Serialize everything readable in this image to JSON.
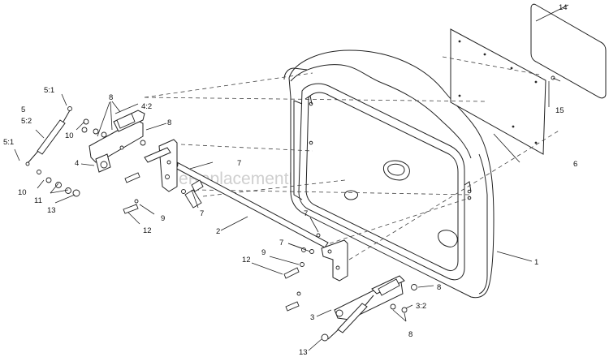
{
  "watermark": "eReplacementParts.com",
  "callouts": {
    "c1": "1",
    "c2": "2",
    "c3": "3",
    "c3_2": "3:2",
    "c4": "4",
    "c4_2": "4:2",
    "c5": "5",
    "c5_1_top": "5:1",
    "c5_2": "5:2",
    "c5_1_left": "5:1",
    "c6": "6",
    "c7_a": "7",
    "c7_b": "7",
    "c7_c": "7",
    "c7_d": "7",
    "c8_a": "8",
    "c8_b": "8",
    "c8_c": "8",
    "c8_d": "8",
    "c9_a": "9",
    "c9_b": "9",
    "c10_a": "10",
    "c10_b": "10",
    "c11": "11",
    "c12_a": "12",
    "c12_b": "12",
    "c13_a": "13",
    "c13_b": "13",
    "c14": "14",
    "c15": "15"
  }
}
